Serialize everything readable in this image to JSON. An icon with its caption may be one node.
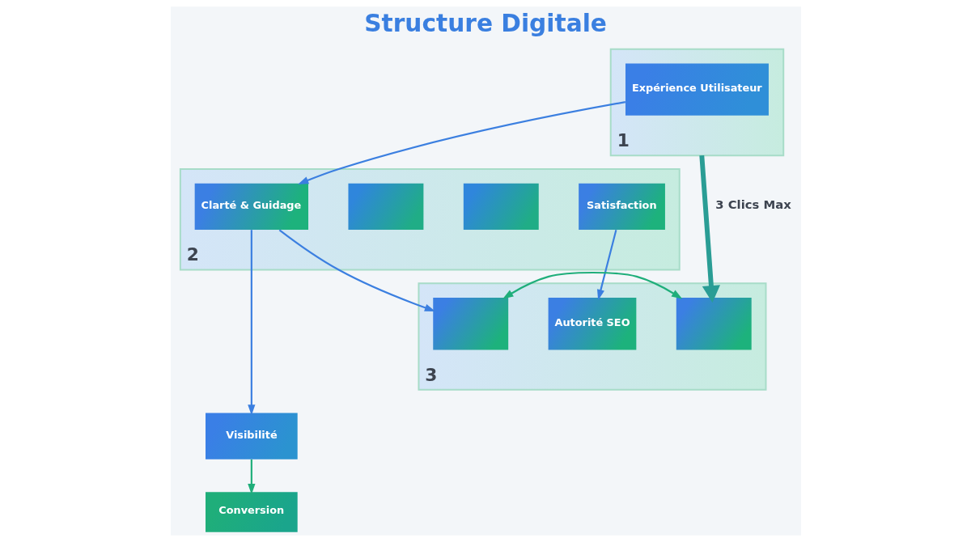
{
  "diagram": {
    "title": "Structure Digitale",
    "nodes": [
      {
        "text": [],
        "shape": "box",
        "beside": [
          "1"
        ]
      },
      {
        "text": [
          "Expérience Utilisateur"
        ],
        "in": 0
      },
      {
        "text": [],
        "shape": "box",
        "beside": [
          "2"
        ]
      },
      {
        "text": [
          "Clarté & Guidage"
        ],
        "in": 2
      },
      {
        "text": [],
        "shape": "box",
        "in": 2
      },
      {
        "text": [],
        "shape": "box",
        "in": 2
      },
      {
        "text": [
          "Satisfaction"
        ],
        "in": 2
      },
      {
        "text": [],
        "shape": "box",
        "beside": [
          "3"
        ]
      },
      {
        "text": [],
        "shape": "box",
        "in": 7
      },
      {
        "text": [
          "Autorité SEO"
        ],
        "in": 7
      },
      {
        "text": [],
        "shape": "box",
        "in": 7
      },
      {
        "text": [
          "Visibilité"
        ]
      },
      {
        "text": [
          "Conversion"
        ]
      }
    ],
    "edges": [
      {
        "from": 1,
        "to": 3,
        "arrow": "to"
      },
      {
        "from": 0,
        "to": 10,
        "arrow": "to",
        "label": "3 Clics Max",
        "style": "thick",
        "color": "#2a9d95"
      },
      {
        "from": 3,
        "to": 8,
        "arrow": "to"
      },
      {
        "from": 3,
        "to": 11,
        "arrow": "to"
      },
      {
        "from": 6,
        "to": 9,
        "arrow": "to"
      },
      {
        "from": 8,
        "to": 10,
        "arrow": "both",
        "color": "#1fae7a"
      },
      {
        "from": 11,
        "to": 12,
        "arrow": "to",
        "color": "#1fae7a"
      }
    ]
  }
}
